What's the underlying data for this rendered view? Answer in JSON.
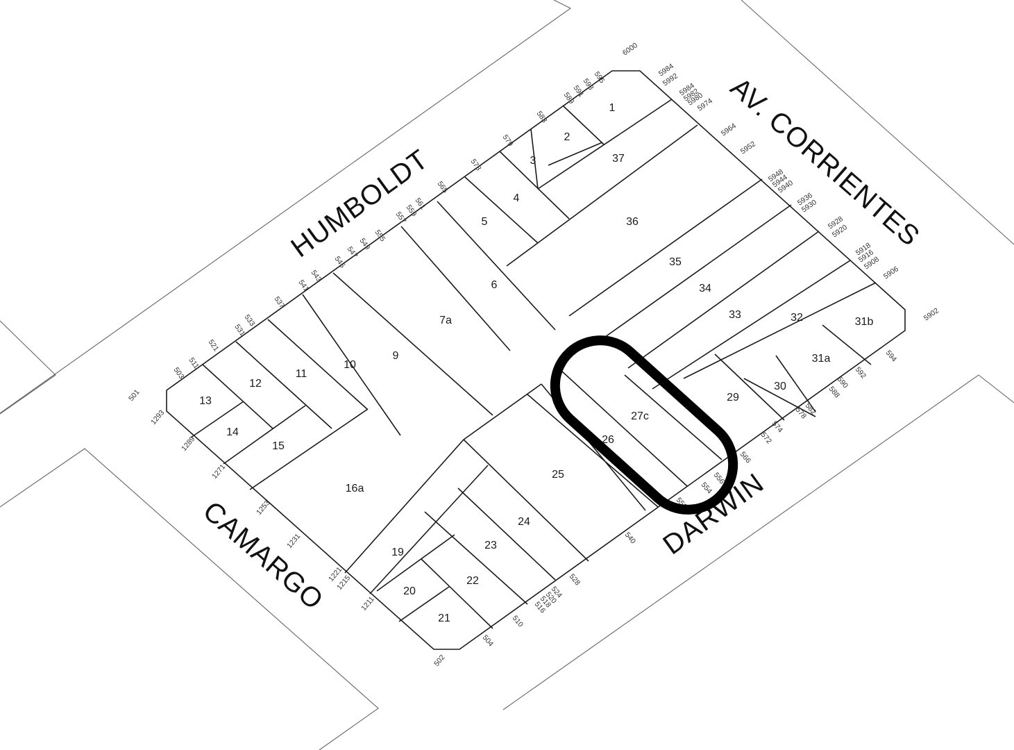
{
  "streets": {
    "north_west": "HUMBOLDT",
    "north_east": "AV. CORRIENTES",
    "south_west": "CAMARGO",
    "south_east": "DARWIN"
  },
  "lots": [
    "1",
    "2",
    "3",
    "4",
    "5",
    "6",
    "7a",
    "9",
    "10",
    "11",
    "12",
    "13",
    "14",
    "15",
    "16a",
    "19",
    "20",
    "21",
    "22",
    "23",
    "24",
    "25",
    "26",
    "27c",
    "29",
    "30",
    "31a",
    "31b",
    "32",
    "33",
    "34",
    "35",
    "36",
    "37"
  ],
  "humboldt_numbers": [
    "503",
    "511",
    "521",
    "531",
    "533",
    "537",
    "541",
    "543",
    "545",
    "547",
    "549",
    "555",
    "557",
    "559",
    "561",
    "565",
    "573",
    "579",
    "583",
    "589",
    "591",
    "593",
    "595"
  ],
  "corrientes_numbers": [
    "6000",
    "5984",
    "5992",
    "5984",
    "5982",
    "5980",
    "5974",
    "5964",
    "5952",
    "5948",
    "5944",
    "5940",
    "5936",
    "5930",
    "5928",
    "5920",
    "5918",
    "5916",
    "5908",
    "5906",
    "5902"
  ],
  "camargo_numbers": [
    "501",
    "1293",
    "1289",
    "1271",
    "1253",
    "1231",
    "1221",
    "1215",
    "1211",
    "502"
  ],
  "darwin_numbers": [
    "504",
    "510",
    "516",
    "518",
    "520",
    "524",
    "528",
    "540",
    "552",
    "554",
    "556",
    "566",
    "572",
    "574",
    "578",
    "582",
    "588",
    "590",
    "592",
    "594"
  ],
  "highlight": {
    "shape": "oval-ring",
    "color": "#000000"
  }
}
